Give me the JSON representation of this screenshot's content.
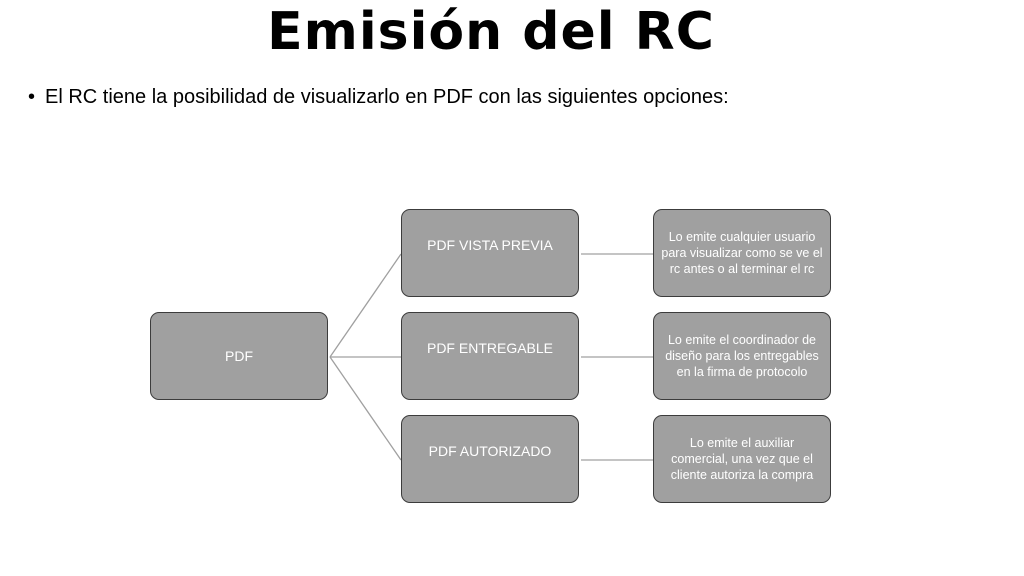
{
  "title": "Emisión del RC",
  "bullet": {
    "symbol": "•",
    "text": "El RC tiene la posibilidad de visualizarlo en PDF con las siguientes opciones:"
  },
  "diagram": {
    "root": "PDF",
    "options": [
      {
        "label": "PDF VISTA PREVIA",
        "description": "Lo emite cualquier usuario para visualizar como se ve el rc antes o al terminar el rc"
      },
      {
        "label": "PDF ENTREGABLE",
        "description": "Lo emite el coordinador de diseño para los entregables en la firma de protocolo"
      },
      {
        "label": "PDF AUTORIZADO",
        "description": "Lo emite el auxiliar comercial, una vez que el cliente autoriza la compra"
      }
    ]
  },
  "colors": {
    "box_fill": "#a0a0a0",
    "box_border": "#3c3c3c",
    "connector": "#a0a0a0"
  }
}
